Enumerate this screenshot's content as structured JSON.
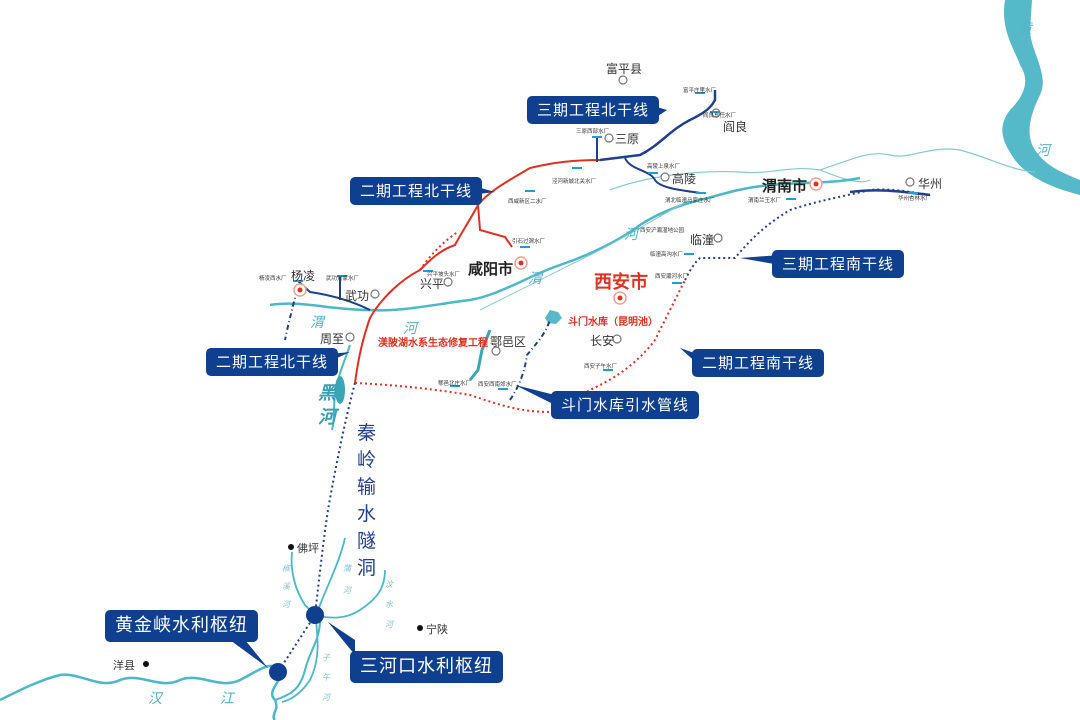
{
  "map": {
    "colors": {
      "river": "#4ab8c8",
      "phase2_line": "#e03020",
      "phase3_line": "#1f3f8f",
      "callout_bg": "#0f3f8f",
      "city_red": "#e03020"
    },
    "callouts": {
      "phase3_north": "三期工程北干线",
      "phase2_north_upper": "二期工程北干线",
      "phase2_north_lower": "二期工程北干线",
      "phase3_south": "三期工程南干线",
      "phase2_south": "二期工程南干线",
      "doumen_pipeline": "斗门水库引水管线",
      "huangjinxia_hub": "黄金峡水利枢纽",
      "sanhekou_hub": "三河口水利枢纽"
    },
    "tunnel_label": [
      "秦",
      "岭",
      "输",
      "水",
      "隧",
      "洞"
    ],
    "cities": {
      "xian": "西安市",
      "xianyang": "咸阳市",
      "weinan": "渭南市"
    },
    "towns": {
      "fuping": "富平县",
      "sanyuan": "三原",
      "yanliang": "阎良",
      "gaoling": "高陵",
      "huazhou": "华州",
      "lintong": "临潼",
      "xingping": "兴平",
      "wugong": "武功",
      "yangling": "杨凌",
      "zhouzhi": "周至",
      "huyi": "鄠邑区",
      "changan": "长安",
      "foping": "佛坪",
      "ningshan": "宁陕",
      "yangxian": "洋县"
    },
    "water_plants": {
      "fuping_plant": "富平庄里水厂",
      "yanliang_plant": "阎良东任水厂",
      "sanyuan_plant": "三原西部水厂",
      "jinghe_plant": "泾河新城北关水厂",
      "xixian_plant": "西咸新区二水厂",
      "gaoling_plant": "高陵上泉水厂",
      "weibei_plant": "渭北临潼马家庄水厂",
      "weinan_plant": "渭南兰王水厂",
      "huazhou_plant": "华州杏林水厂",
      "chanba_park": "西安浐灞湿地公园",
      "lintong_plant": "临潼高沟水厂",
      "xian_chan_plant": "西安灞河水厂",
      "yinshi_plant": "引石过渭水厂",
      "xingping_plant": "兴平坡头水厂",
      "yangling_plant": "杨凌西水厂",
      "wugong_plant": "武功刘家水厂",
      "huyi_plant": "鄠邑北庄水厂",
      "xian_xinan_plant": "西安西南郊水厂",
      "xian_ziwu_plant": "西安子午水厂"
    },
    "red_labels": {
      "doumen_reservoir": "斗门水库（昆明池）",
      "hanling_project": "渼陂湖水系生态修复工程"
    },
    "rivers": {
      "yellow_1": "黄",
      "yellow_2": "河",
      "wei_1": "渭",
      "wei_2": "河",
      "wei_3": "渭",
      "wei_4": "河",
      "hei": [
        "黑",
        "河"
      ],
      "han_1": "汉",
      "han_2": "江",
      "jiaoxi": [
        "椒",
        "溪",
        "河"
      ],
      "pu": [
        "蒲",
        "河"
      ],
      "wenshui": [
        "汶",
        "水",
        "河"
      ],
      "ziwu": [
        "子",
        "午",
        "河"
      ]
    }
  }
}
